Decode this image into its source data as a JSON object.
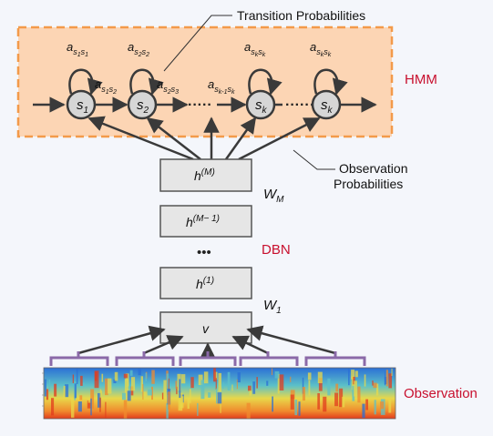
{
  "annotations": {
    "transition_probabilities": "Transition Probabilities",
    "observation_probabilities_line1": "Observation",
    "observation_probabilities_line2": "Probabilities"
  },
  "section_labels": {
    "hmm": "HMM",
    "dbn": "DBN",
    "observation": "Observation"
  },
  "hmm": {
    "states": [
      {
        "base": "s",
        "sub": "1"
      },
      {
        "base": "s",
        "sub": "2"
      },
      {
        "base": "s",
        "sub": "k"
      },
      {
        "base": "s",
        "sub": "k"
      }
    ],
    "self_transitions": [
      "a s1s1",
      "a s2s2",
      "a sksk",
      "a sksk"
    ],
    "forward_transitions": [
      "a s1s2",
      "a s2s3",
      "a sk-1sk"
    ],
    "ellipsis": "·····",
    "ellipsis2": "·····"
  },
  "dbn": {
    "layers": [
      {
        "base": "h",
        "sup": "(M)"
      },
      {
        "base": "h",
        "sup": "(M− 1)"
      },
      {
        "base": "h",
        "sup": "(1)"
      },
      {
        "base": "v",
        "sup": ""
      }
    ],
    "weights": [
      {
        "base": "W",
        "sub": "M"
      },
      {
        "base": "W",
        "sub": "1"
      }
    ],
    "ellipsis": "•••"
  },
  "colors": {
    "hmm_fill": "#fcd5b4",
    "hmm_border": "#f39a4a",
    "label_red": "#c8102e",
    "box_fill": "#e6e6e6",
    "box_border": "#555555",
    "arrow": "#3a3a3a",
    "bracket": "#8b6aa8",
    "background": "#f4f6fb"
  }
}
